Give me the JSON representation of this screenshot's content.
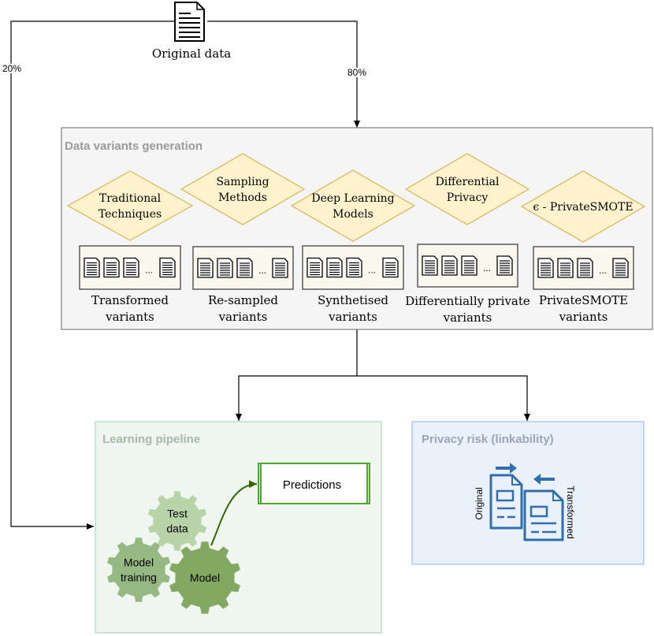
{
  "source": {
    "label": "Original data"
  },
  "split": {
    "left_pct": "20%",
    "right_pct": "80%"
  },
  "generation": {
    "title": "Data variants generation",
    "ellipsis": "...",
    "methods": [
      {
        "lines": [
          "Traditional",
          "Techniques"
        ],
        "output": [
          "Transformed",
          "variants"
        ]
      },
      {
        "lines": [
          "Sampling",
          "Methods"
        ],
        "output": [
          "Re-sampled",
          "variants"
        ]
      },
      {
        "lines": [
          "Deep Learning",
          "Models"
        ],
        "output": [
          "Synthetised",
          "variants"
        ]
      },
      {
        "lines": [
          "Differential",
          "Privacy"
        ],
        "output": [
          "Differentially private",
          "variants"
        ]
      },
      {
        "lines": [
          "ϵ - PrivateSMOTE"
        ],
        "output": [
          "PrivateSMOTE",
          "variants"
        ]
      }
    ]
  },
  "learning": {
    "title": "Learning pipeline",
    "predictions": "Predictions",
    "gears": {
      "test": [
        "Test",
        "data"
      ],
      "training": [
        "Model",
        "training"
      ],
      "model": [
        "Model"
      ]
    }
  },
  "privacy": {
    "title": "Privacy risk (linkability)",
    "original_label": "Original",
    "transformed_label": "Transformed"
  },
  "colors": {
    "diamond_fill": "#fff2cc",
    "diamond_stroke": "#d6b656",
    "gen_box_fill": "#f5f5f5",
    "learn_box_fill": "#eef6ef",
    "learn_box_stroke": "#9fcfb0",
    "privacy_box_fill": "#eaf1fb",
    "privacy_box_stroke": "#8db3e2",
    "gear_light": "#b9d3a8",
    "gear_mid": "#96b883",
    "gear_dark": "#82a862",
    "predictions_stroke": "#4ea72e",
    "doc_icon_blue": "#2f6fad"
  }
}
